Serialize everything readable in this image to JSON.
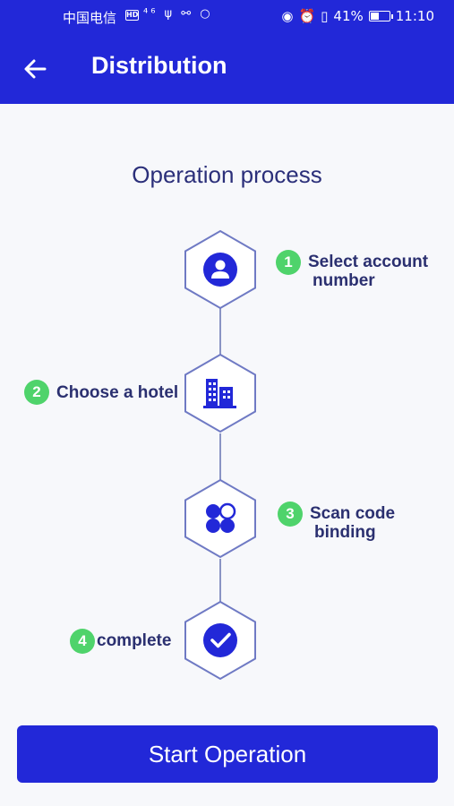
{
  "status_bar": {
    "carrier": "中国电信",
    "hd": "HD",
    "battery_percent": "41%",
    "time": "11:10"
  },
  "appbar": {
    "title": "Distribution"
  },
  "section_title": "Operation process",
  "steps": [
    {
      "number": "1",
      "label_line1": "Select account",
      "label_line2": "number",
      "icon": "user-icon"
    },
    {
      "number": "2",
      "label_line1": "Choose a hotel",
      "label_line2": "",
      "icon": "building-icon"
    },
    {
      "number": "3",
      "label_line1": "Scan code",
      "label_line2": "binding",
      "icon": "grid-icon"
    },
    {
      "number": "4",
      "label_line1": "complete",
      "label_line2": "",
      "icon": "check-icon"
    }
  ],
  "colors": {
    "primary": "#2228d8",
    "badge_green": "#4fd36b",
    "hex_outline": "#6f7ac4",
    "text_dark": "#2b3070"
  },
  "start_button_label": "Start Operation"
}
